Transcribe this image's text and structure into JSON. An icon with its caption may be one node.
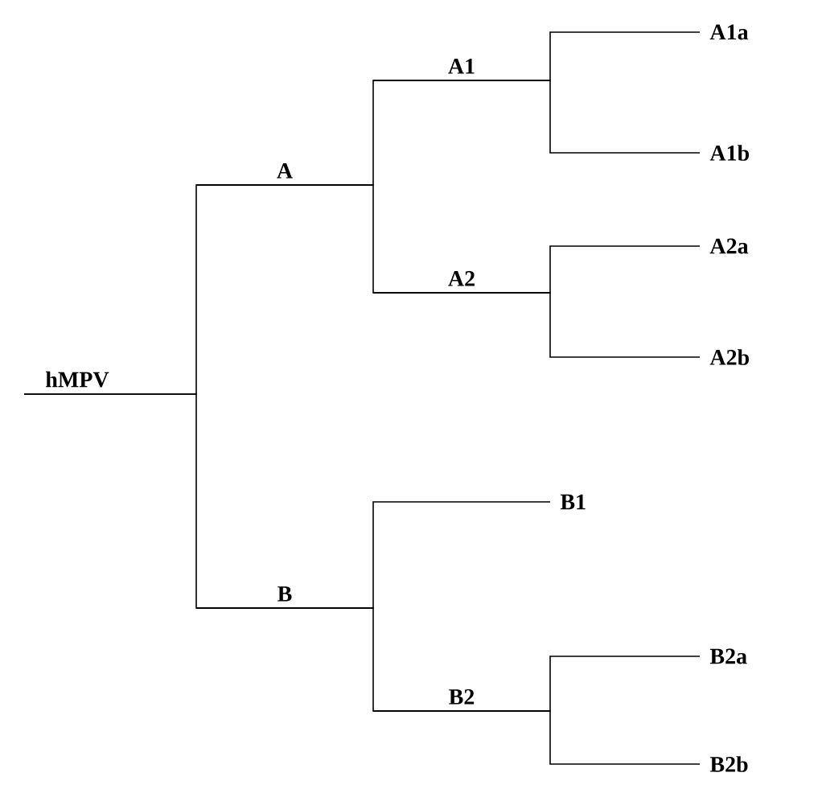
{
  "diagram": {
    "nodes": [
      {
        "text": [
          "hMPV"
        ]
      },
      {
        "text": [
          "A"
        ]
      },
      {
        "text": [
          "A1"
        ]
      },
      {
        "text": [
          "A1a"
        ]
      },
      {
        "text": [
          "A1b"
        ]
      },
      {
        "text": [
          "A2"
        ]
      },
      {
        "text": [
          "A2a"
        ]
      },
      {
        "text": [
          "A2b"
        ]
      },
      {
        "text": [
          "B"
        ]
      },
      {
        "text": [
          "B1"
        ]
      },
      {
        "text": [
          "B2"
        ]
      },
      {
        "text": [
          "B2a"
        ]
      },
      {
        "text": [
          "B2b"
        ]
      }
    ],
    "edges": [
      {
        "from": 0,
        "to": 1,
        "arrow": "none"
      },
      {
        "from": 0,
        "to": 8,
        "arrow": "none"
      },
      {
        "from": 1,
        "to": 2,
        "arrow": "none"
      },
      {
        "from": 1,
        "to": 5,
        "arrow": "none"
      },
      {
        "from": 2,
        "to": 3,
        "arrow": "none"
      },
      {
        "from": 2,
        "to": 4,
        "arrow": "none"
      },
      {
        "from": 5,
        "to": 6,
        "arrow": "none"
      },
      {
        "from": 5,
        "to": 7,
        "arrow": "none"
      },
      {
        "from": 8,
        "to": 9,
        "arrow": "none"
      },
      {
        "from": 8,
        "to": 10,
        "arrow": "none"
      },
      {
        "from": 10,
        "to": 11,
        "arrow": "none"
      },
      {
        "from": 10,
        "to": 12,
        "arrow": "none"
      }
    ]
  }
}
